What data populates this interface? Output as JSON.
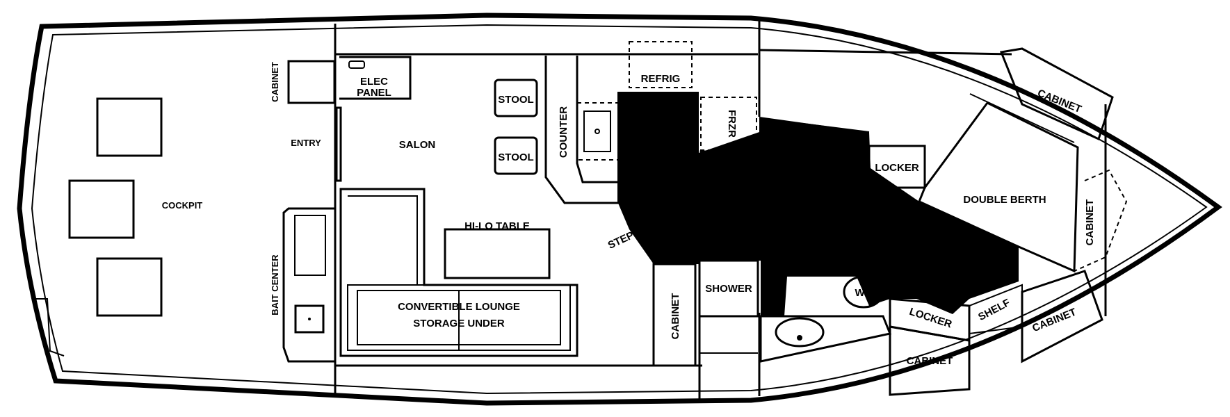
{
  "labels": {
    "cockpit": "COCKPIT",
    "entry": "ENTRY",
    "cabinet_aft": "CABINET",
    "elec_panel_1": "ELEC",
    "elec_panel_2": "PANEL",
    "salon": "SALON",
    "stool_1": "STOOL",
    "stool_2": "STOOL",
    "counter": "COUNTER",
    "refrig": "REFRIG",
    "frzr": "FRZR",
    "hi_lo_table": "HI-LO TABLE",
    "step": "STEP",
    "bait_center": "BAIT CENTER",
    "lounge_1": "CONVERTIBLE LOUNGE",
    "lounge_2": "STORAGE UNDER",
    "cabinet_shower": "CABINET",
    "shower": "SHOWER",
    "wc": "WC",
    "locker_1": "LOCKER",
    "locker_2": "LOCKER",
    "double_berth": "DOUBLE BERTH",
    "cabinet_fwd_top": "CABINET",
    "cabinet_fwd_right": "CABINET",
    "cabinet_fwd_bottom": "CABINET",
    "cabinet_head": "CABINET",
    "shelf": "SHELF"
  }
}
